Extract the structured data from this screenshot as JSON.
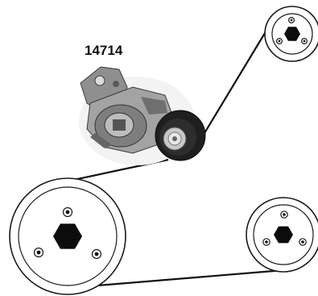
{
  "part_number": "14714",
  "colors": {
    "belt": "#111111",
    "pulley_outline": "#1a1a1a",
    "tensioner_metal": "#8c8c8c",
    "tensioner_dark": "#3a3a3a"
  },
  "components": {
    "tensioner": "belt-tensioner-assembly",
    "idler_pulley": "tensioner-idler-pulley",
    "pulleys": [
      "crankshaft-pulley",
      "upper-right-pulley",
      "lower-right-pulley"
    ]
  }
}
